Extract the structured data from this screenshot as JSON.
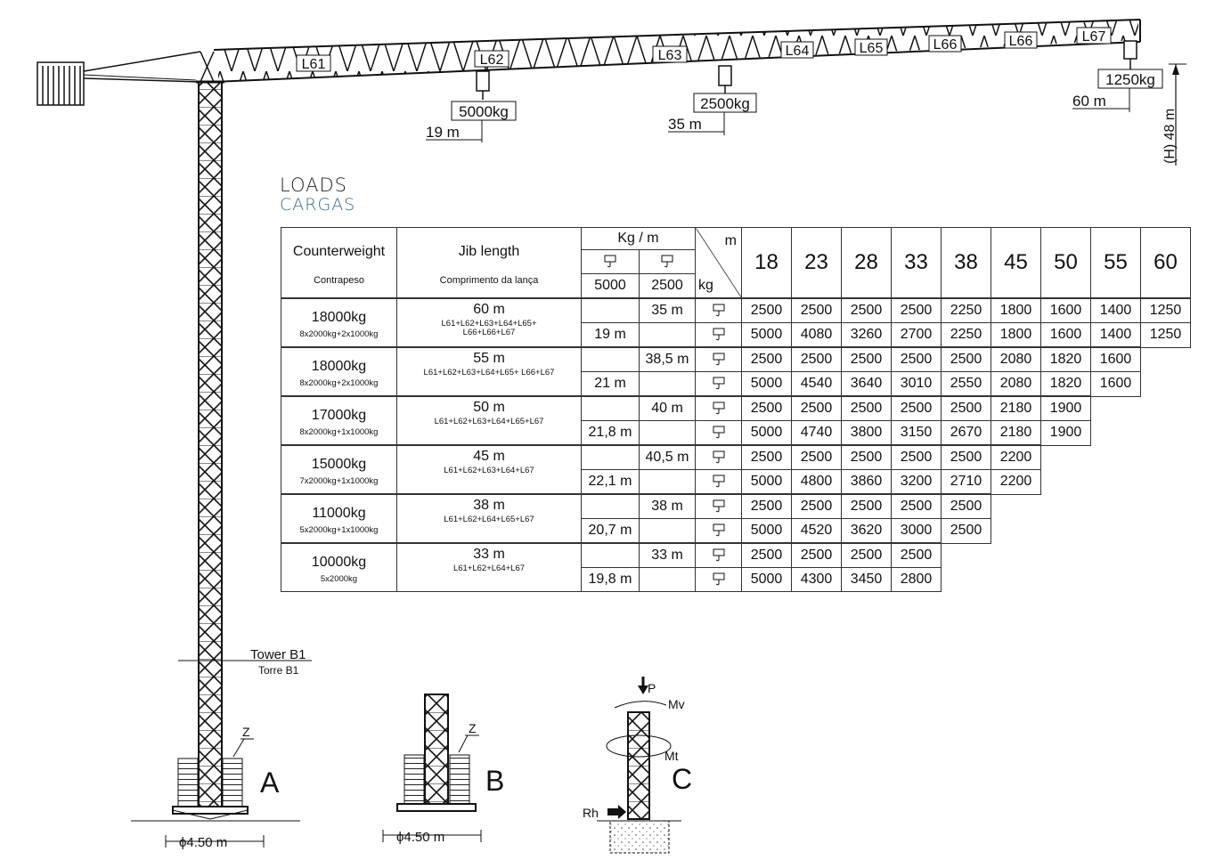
{
  "jib_sections": [
    "L61",
    "L62",
    "L63",
    "L64",
    "L65",
    "L66",
    "L66",
    "L67"
  ],
  "annotations": {
    "load_1": "5000kg",
    "radius_1": "19 m",
    "load_2": "2500kg",
    "radius_2": "35 m",
    "load_3": "1250kg",
    "radius_3": "60 m",
    "height": "(H) 48 m",
    "tower_label": "Tower B1",
    "tower_label_pt": "Torre B1",
    "z_a": "Z",
    "z_b": "Z",
    "base_a": "ϕ4.50 m",
    "base_b": "ϕ4.50 m",
    "config_a": "A",
    "config_b": "B",
    "config_c": "C",
    "force_p": "P",
    "force_mv": "Mv",
    "force_mt": "Mt",
    "force_rh": "Rh"
  },
  "loads": {
    "title": "LOADS",
    "subtitle": "CARGAS",
    "header": {
      "counterweight": "Counterweight",
      "counterweight_pt": "Contrapeso",
      "jib_length": "Jib length",
      "jib_length_pt": "Comprimento da lança",
      "kg_per_m": "Kg / m",
      "hook_1": "5000",
      "hook_2": "2500",
      "unit_m": "m",
      "unit_kg": "kg",
      "distances": [
        "18",
        "23",
        "28",
        "33",
        "38",
        "45",
        "50",
        "55",
        "60"
      ]
    },
    "rows": [
      {
        "counterweight": "18000kg",
        "cw_detail": "8x2000kg+2x1000kg",
        "jib": "60 m",
        "jib_detail": "L61+L62+L63+L64+L65+ L66+L66+L67",
        "r2500": "35 m",
        "r5000": "19 m",
        "v2500": [
          "2500",
          "2500",
          "2500",
          "2500",
          "2250",
          "1800",
          "1600",
          "1400",
          "1250"
        ],
        "v5000": [
          "5000",
          "4080",
          "3260",
          "2700",
          "2250",
          "1800",
          "1600",
          "1400",
          "1250"
        ]
      },
      {
        "counterweight": "18000kg",
        "cw_detail": "8x2000kg+2x1000kg",
        "jib": "55 m",
        "jib_detail": "L61+L62+L63+L64+L65+ L66+L67",
        "r2500": "38,5 m",
        "r5000": "21 m",
        "v2500": [
          "2500",
          "2500",
          "2500",
          "2500",
          "2500",
          "2080",
          "1820",
          "1600"
        ],
        "v5000": [
          "5000",
          "4540",
          "3640",
          "3010",
          "2550",
          "2080",
          "1820",
          "1600"
        ]
      },
      {
        "counterweight": "17000kg",
        "cw_detail": "8x2000kg+1x1000kg",
        "jib": "50 m",
        "jib_detail": "L61+L62+L63+L64+L65+L67",
        "r2500": "40 m",
        "r5000": "21,8 m",
        "v2500": [
          "2500",
          "2500",
          "2500",
          "2500",
          "2500",
          "2180",
          "1900"
        ],
        "v5000": [
          "5000",
          "4740",
          "3800",
          "3150",
          "2670",
          "2180",
          "1900"
        ]
      },
      {
        "counterweight": "15000kg",
        "cw_detail": "7x2000kg+1x1000kg",
        "jib": "45 m",
        "jib_detail": "L61+L62+L63+L64+L67",
        "r2500": "40,5 m",
        "r5000": "22,1 m",
        "v2500": [
          "2500",
          "2500",
          "2500",
          "2500",
          "2500",
          "2200"
        ],
        "v5000": [
          "5000",
          "4800",
          "3860",
          "3200",
          "2710",
          "2200"
        ]
      },
      {
        "counterweight": "11000kg",
        "cw_detail": "5x2000kg+1x1000kg",
        "jib": "38 m",
        "jib_detail": "L61+L62+L64+L65+L67",
        "r2500": "38 m",
        "r5000": "20,7 m",
        "v2500": [
          "2500",
          "2500",
          "2500",
          "2500",
          "2500"
        ],
        "v5000": [
          "5000",
          "4520",
          "3620",
          "3000",
          "2500"
        ]
      },
      {
        "counterweight": "10000kg",
        "cw_detail": "5x2000kg",
        "jib": "33 m",
        "jib_detail": "L61+L62+L64+L67",
        "r2500": "33 m",
        "r5000": "19,8 m",
        "v2500": [
          "2500",
          "2500",
          "2500",
          "2500"
        ],
        "v5000": [
          "5000",
          "4300",
          "3450",
          "2800"
        ]
      }
    ]
  },
  "colors": {
    "line": "#111111",
    "subtitle": "#3a6a8c"
  }
}
